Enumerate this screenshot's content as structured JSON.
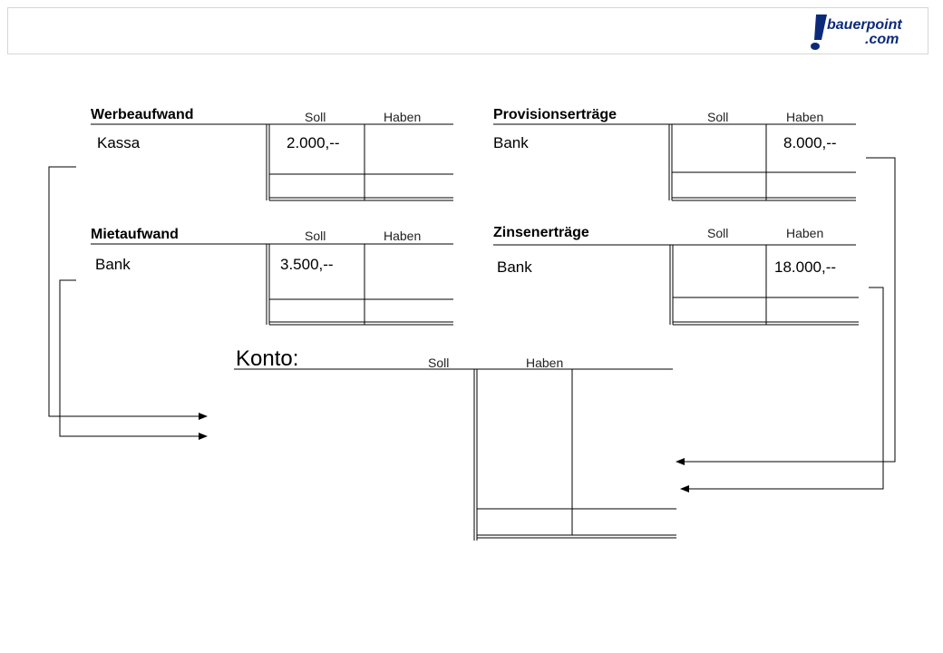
{
  "brand": {
    "line1": "bauerpoint",
    "line2": ".com"
  },
  "col_labels": {
    "soll": "Soll",
    "haben": "Haben"
  },
  "accounts": {
    "werbeaufwand": {
      "title": "Werbeaufwand",
      "soll_text": "Kassa",
      "soll_amount": "2.000,--"
    },
    "mietaufwand": {
      "title": "Mietaufwand",
      "soll_text": "Bank",
      "soll_amount": "3.500,--"
    },
    "provisionsertraege": {
      "title": "Provisionserträge",
      "haben_text": "Bank",
      "haben_amount": "8.000,--"
    },
    "zinsenertraege": {
      "title": "Zinsenerträge",
      "haben_text": "Bank",
      "haben_amount": "18.000,--"
    }
  },
  "konto": {
    "title": "Konto:"
  },
  "colors": {
    "brand": "#0b2a7a",
    "border": "#d6d6d6"
  }
}
